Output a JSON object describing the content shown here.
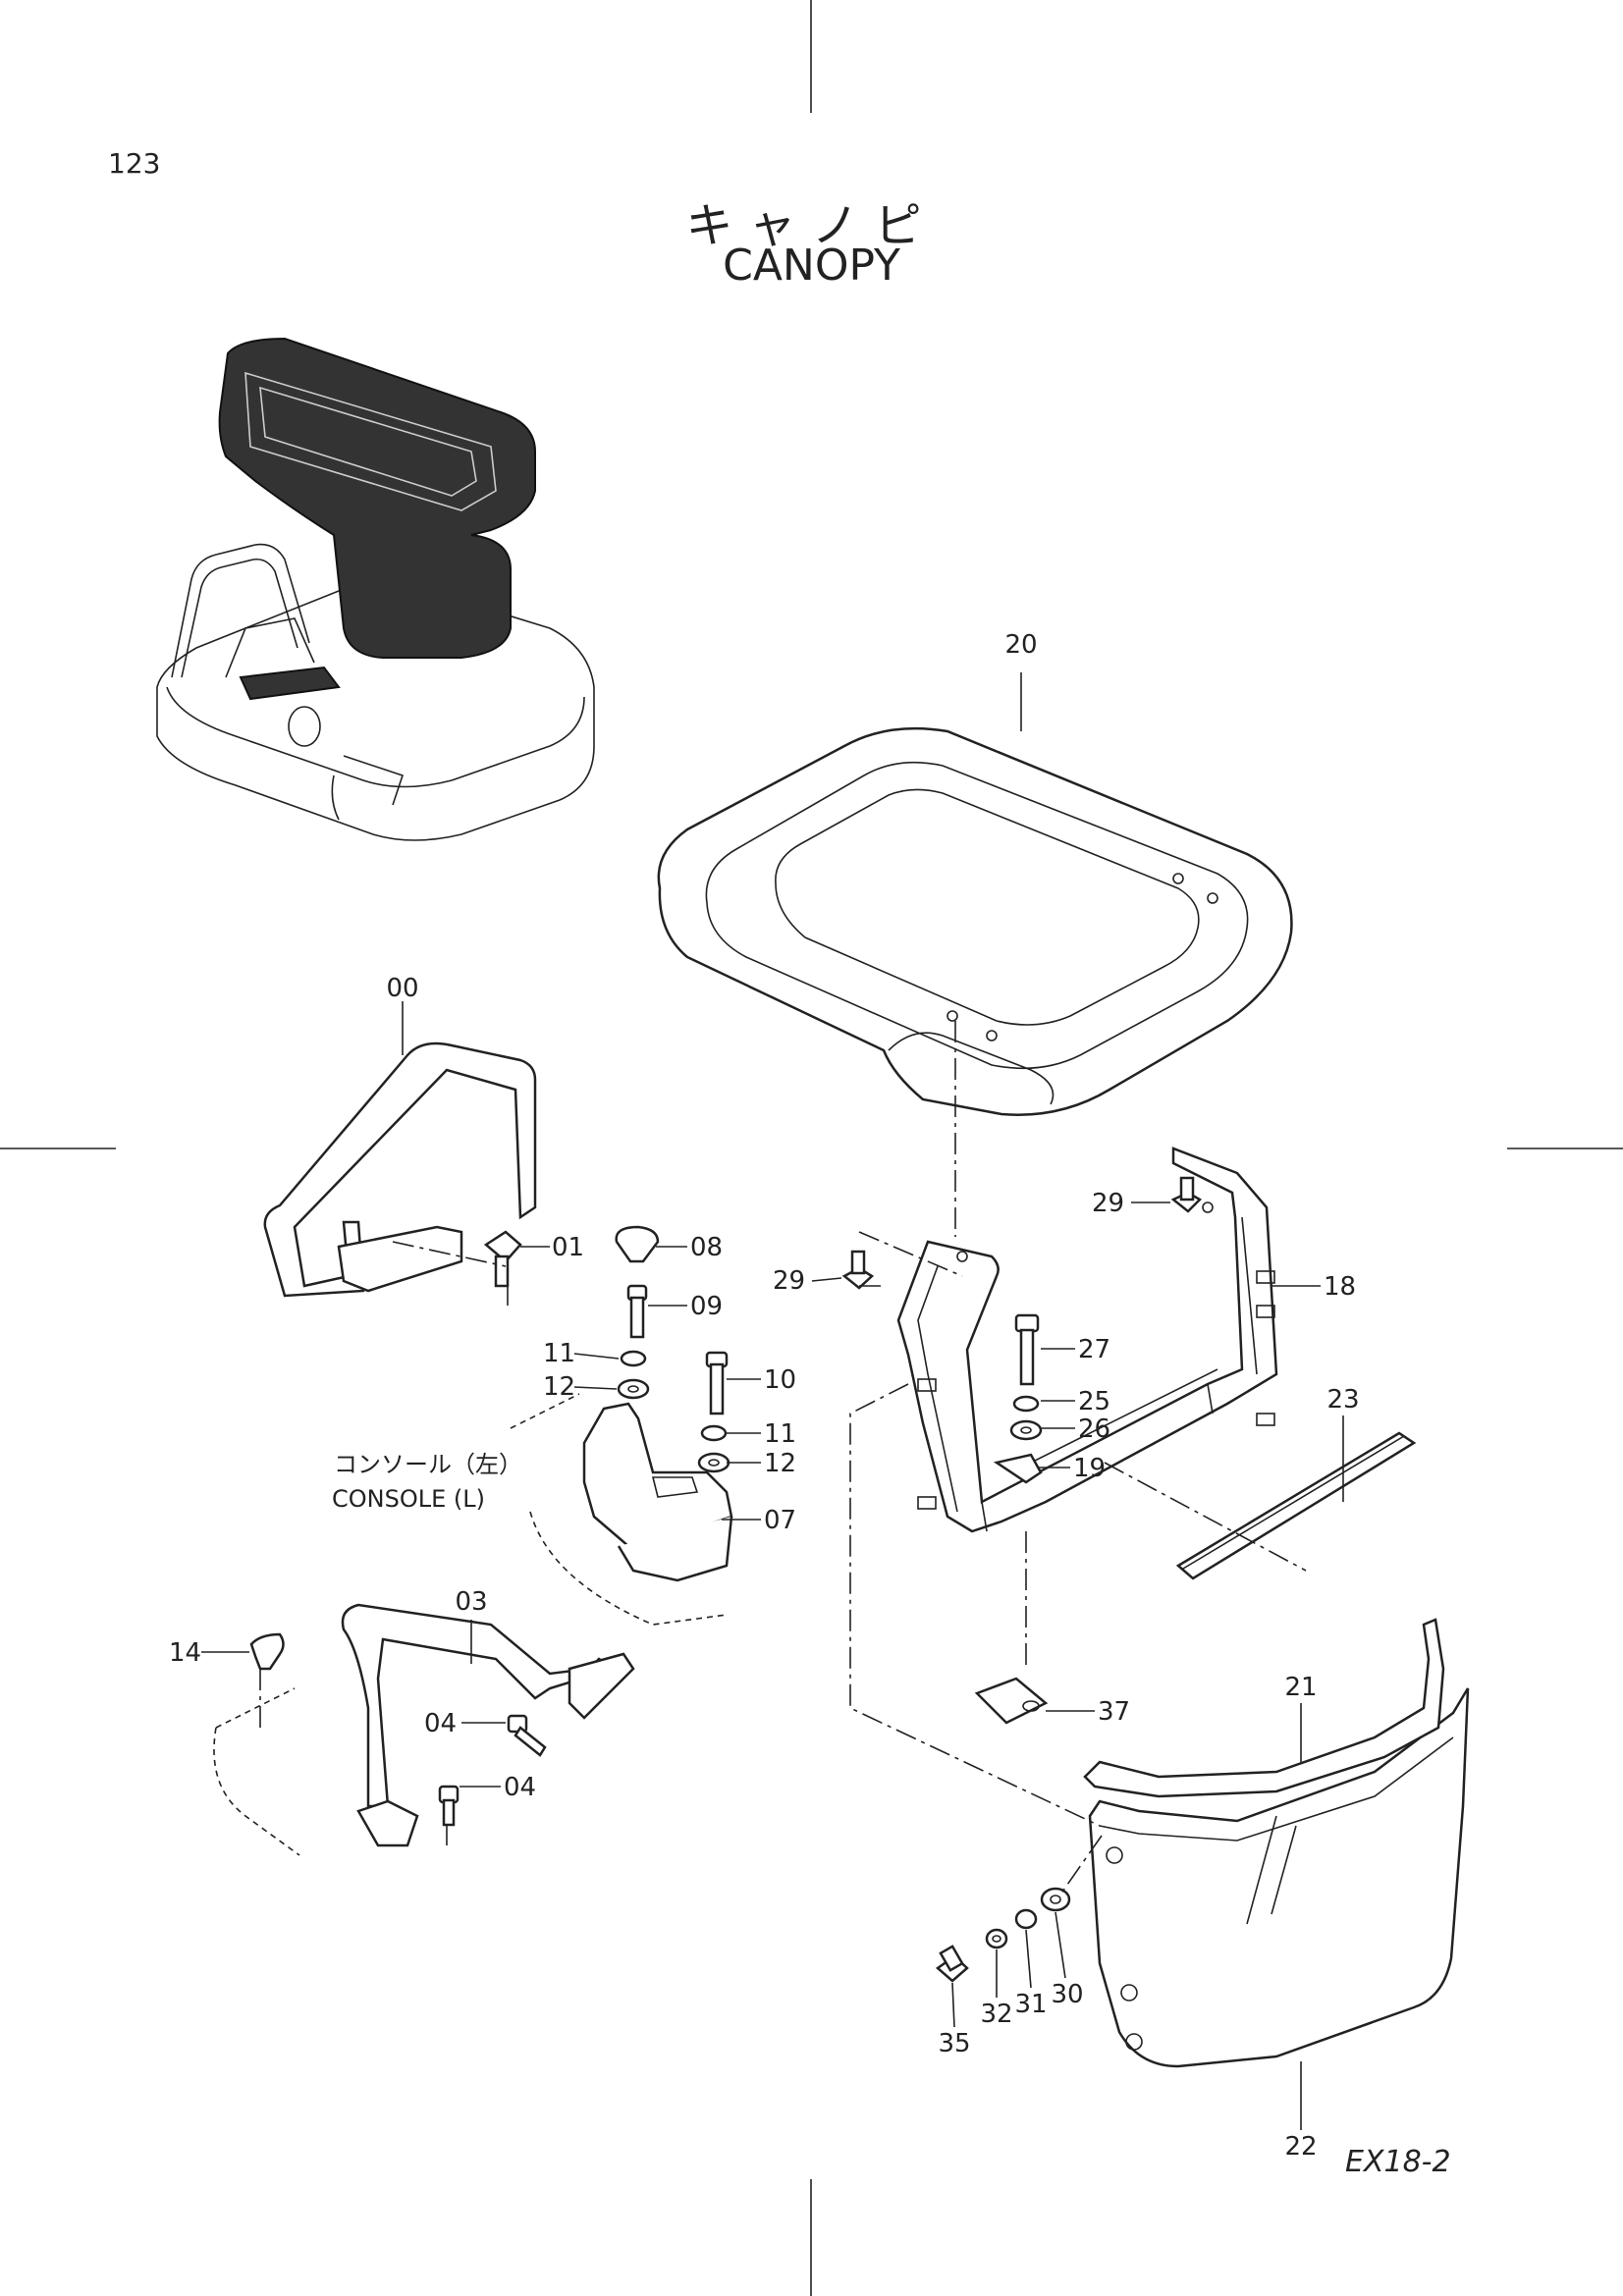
{
  "page": {
    "number": "123",
    "code": "EX18-2"
  },
  "title": {
    "ja": "キャノピ",
    "en": "CANOPY"
  },
  "annotations": {
    "console_ja": "コンソール（左）",
    "console_en": "CONSOLE (L)"
  },
  "parts": [
    {
      "id": "p00",
      "no": "00"
    },
    {
      "id": "p01",
      "no": "01"
    },
    {
      "id": "p03",
      "no": "03"
    },
    {
      "id": "p04a",
      "no": "04"
    },
    {
      "id": "p04b",
      "no": "04"
    },
    {
      "id": "p07",
      "no": "07"
    },
    {
      "id": "p08",
      "no": "08"
    },
    {
      "id": "p09",
      "no": "09"
    },
    {
      "id": "p10",
      "no": "10"
    },
    {
      "id": "p11a",
      "no": "11"
    },
    {
      "id": "p11b",
      "no": "11"
    },
    {
      "id": "p12a",
      "no": "12"
    },
    {
      "id": "p12b",
      "no": "12"
    },
    {
      "id": "p14",
      "no": "14"
    },
    {
      "id": "p18",
      "no": "18"
    },
    {
      "id": "p19",
      "no": "19"
    },
    {
      "id": "p20",
      "no": "20"
    },
    {
      "id": "p21",
      "no": "21"
    },
    {
      "id": "p22",
      "no": "22"
    },
    {
      "id": "p23",
      "no": "23"
    },
    {
      "id": "p25",
      "no": "25"
    },
    {
      "id": "p26",
      "no": "26"
    },
    {
      "id": "p27",
      "no": "27"
    },
    {
      "id": "p29a",
      "no": "29"
    },
    {
      "id": "p29b",
      "no": "29"
    },
    {
      "id": "p30",
      "no": "30"
    },
    {
      "id": "p31",
      "no": "31"
    },
    {
      "id": "p32",
      "no": "32"
    },
    {
      "id": "p35",
      "no": "35"
    },
    {
      "id": "p37",
      "no": "37"
    }
  ]
}
